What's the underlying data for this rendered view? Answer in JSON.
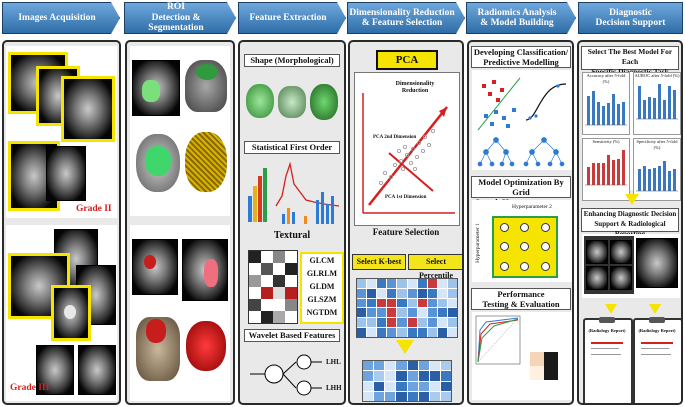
{
  "headers": [
    {
      "title": "Images Acquisition"
    },
    {
      "title": "ROI\nDetection & Segmentation"
    },
    {
      "title": "Feature Extraction"
    },
    {
      "title": "Dimensionality Reduction\n& Feature Selection"
    },
    {
      "title": "Radiomics Analysis\n& Model Building"
    },
    {
      "title": "Diagnostic\nDecision Support"
    }
  ],
  "acquisition": {
    "grade2": "Grade II",
    "grade3": "Grade III"
  },
  "features": {
    "shape": "Shape (Morphological)",
    "first_order": "Statistical First Order",
    "textural": "Textural",
    "texture_list": [
      "GLCM",
      "GLRLM",
      "GLDM",
      "GLSZM",
      "NGTDM"
    ],
    "wavelet": "Wavelet Based Features",
    "wavelet_outputs": [
      "LHL",
      "LHH"
    ]
  },
  "pca": {
    "title": "PCA",
    "subtitle": "Dimensionality\nReduction",
    "axis2": "PCA 2nd Dimension",
    "axis1": "PCA 1st Dimension",
    "selection_title": "Feature Selection",
    "kbest": "Select K-best",
    "percentile": "Select Percentile"
  },
  "radiomics": {
    "classification": "Developing Classification/\nPredictive Modelling",
    "optimization": "Model Optimization By Grid\nSearch Hyperparameters Tuning",
    "hyper1": "Hyperparameter 1",
    "hyper2": "Hyperparameter 2",
    "performance": "Performance\nTesting & Evaluation"
  },
  "decision": {
    "best_model": "Select The Best Model For Each\nSpecific Diagnostic Task",
    "charts": [
      "Accuracy after 5-fold (%)",
      "AUROC after 5-fold (%)",
      "Sensitivity (%)",
      "Specificity after 5-fold (%)"
    ],
    "enhancing": "Enhancing Diagnostic Decision\nSupport & Radiological Reporting",
    "report1": "(Radiology Report)",
    "report2": "(Radiology Report)"
  },
  "colors": {
    "header": "#3b7bbf",
    "yellow": "#f5e400",
    "red": "#d61f1f",
    "green": "#1f8a3b"
  }
}
